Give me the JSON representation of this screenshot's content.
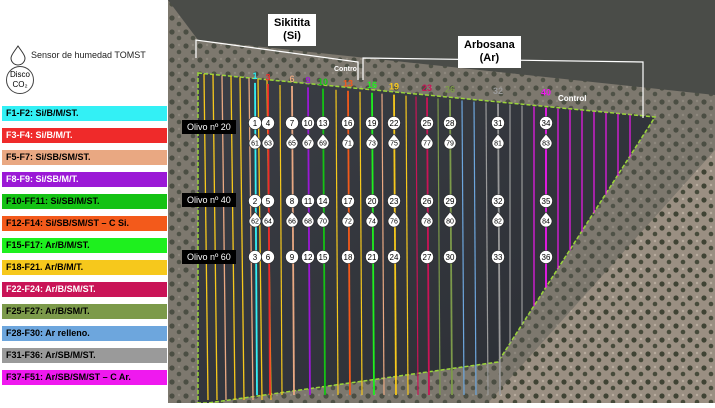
{
  "sensors": {
    "moisture": "Sensor de humedad TOMST",
    "disc_line1": "Disco",
    "disc_line2": "CO₂",
    "moisture_icon": "droplet-icon"
  },
  "legend": [
    {
      "label": "F1-F2: Si/B/M/ST.",
      "color": "#33f0f5",
      "text_color": "#000000"
    },
    {
      "label": "F3-F4: Si/B/M/T.",
      "color": "#ef2a2a",
      "text_color": "#ffffff"
    },
    {
      "label": "F5-F7: Si/SB/SM/ST.",
      "color": "#e9a882",
      "text_color": "#000000"
    },
    {
      "label": "F8-F9: Si/SB/M/T.",
      "color": "#9b19d6",
      "text_color": "#ffffff"
    },
    {
      "label": "F10-FF11: Si/SB/M/ST.",
      "color": "#14c214",
      "text_color": "#000000"
    },
    {
      "label": "F12-F14: Si/SB/SM/ST – C Si.",
      "color": "#f35a1b",
      "text_color": "#000000"
    },
    {
      "label": "F15-F17: Ar/B/M/ST.",
      "color": "#1ef01e",
      "text_color": "#000000"
    },
    {
      "label": "F18-F21. Ar/B/M/T.",
      "color": "#f6c81c",
      "text_color": "#000000"
    },
    {
      "label": "F22-F24: Ar/B/SM/ST.",
      "color": "#c91457",
      "text_color": "#ffffff"
    },
    {
      "label": "F25-F27: Ar/B/SM/T.",
      "color": "#7c9a4a",
      "text_color": "#000000"
    },
    {
      "label": "F28-F30: Ar relleno.",
      "color": "#6da6dd",
      "text_color": "#000000"
    },
    {
      "label": "F31-F36: Ar/SB/M/ST.",
      "color": "#9a9a9a",
      "text_color": "#000000"
    },
    {
      "label": "F37-F51: Ar/SB/SM/ST – C Ar.",
      "color": "#ef19ef",
      "text_color": "#000000"
    }
  ],
  "regions": [
    {
      "name": "Sikitita",
      "code": "(Si)"
    },
    {
      "name": "Arbosana",
      "code": "(Ar)"
    }
  ],
  "control_labels": [
    "Control",
    "Control"
  ],
  "row_numbers": [
    {
      "label": "1",
      "color": "#33f0f5"
    },
    {
      "label": "3",
      "color": "#ef2a2a"
    },
    {
      "label": "6",
      "color": "#e9a882"
    },
    {
      "label": "9",
      "color": "#9b19d6"
    },
    {
      "label": "10",
      "color": "#14c214"
    },
    {
      "label": "13",
      "color": "#f35a1b"
    },
    {
      "label": "16",
      "color": "#1ef01e"
    },
    {
      "label": "19",
      "color": "#f6c81c"
    },
    {
      "label": "23",
      "color": "#c91457"
    },
    {
      "label": "26",
      "color": "#7c9a4a"
    },
    {
      "label": "32",
      "color": "#9a9a9a"
    },
    {
      "label": "40",
      "color": "#ef19ef"
    }
  ],
  "olivos": [
    "Olivo nº 20",
    "Olivo nº 40",
    "Olivo nº 60"
  ],
  "sensor_rows": [
    [
      "1",
      "4",
      "7",
      "10",
      "13",
      "16",
      "19",
      "22",
      "25",
      "28",
      "31",
      "34"
    ],
    [
      "2",
      "5",
      "8",
      "11",
      "14",
      "17",
      "20",
      "23",
      "26",
      "29",
      "32",
      "35"
    ],
    [
      "3",
      "6",
      "9",
      "12",
      "15",
      "18",
      "21",
      "24",
      "27",
      "30",
      "33",
      "36"
    ]
  ],
  "disc_rows": [
    [
      "61",
      "63",
      "65",
      "67",
      "69",
      "71",
      "73",
      "75",
      "77",
      "79",
      "81",
      "83"
    ],
    [
      "62",
      "64",
      "66",
      "68",
      "70",
      "72",
      "74",
      "76",
      "78",
      "80",
      "82",
      "84"
    ]
  ]
}
